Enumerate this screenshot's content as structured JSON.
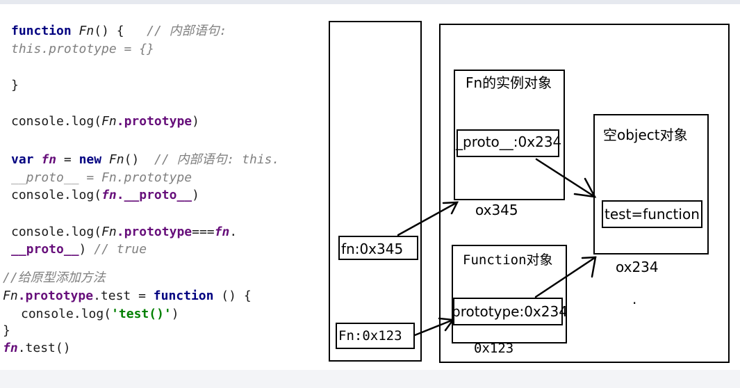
{
  "code": {
    "l1_kw": "function",
    "l1_name": "Fn",
    "l1_rest": "() {",
    "l1_cmt": "// 内部语句:",
    "l2_cmt": "this.prototype = {}",
    "l3": "}",
    "l4_a": "console.",
    "l4_b": "log(",
    "l4_c": "Fn",
    "l4_d": ".prototype",
    "l4_e": ")",
    "l5_kw": "var",
    "l5_var": "fn",
    "l5_eq": " = ",
    "l5_new": "new",
    "l5_name": "Fn",
    "l5_rest": "()",
    "l5_cmt": "// 内部语句: this.",
    "l6_cmt": "__proto__ = Fn.prototype",
    "l7_a": "console.",
    "l7_b": "log(",
    "l7_c": "fn",
    "l7_d": ".__proto__",
    "l7_e": ")",
    "l8_a": "console.",
    "l8_b": "log(",
    "l8_c": "Fn",
    "l8_d": ".prototype",
    "l8_e": "===",
    "l8_f": "fn",
    "l8_g": ".",
    "l9_a": "__proto__",
    "l9_b": ") ",
    "l9_cmt": "// true",
    "l10_cmt": "//给原型添加方法",
    "l11_a": "Fn",
    "l11_b": ".prototype",
    "l11_c": ".test = ",
    "l11_kw": "function",
    "l11_d": " () {",
    "l12_a": "console.",
    "l12_b": "log(",
    "l12_str": "'test()'",
    "l12_c": ")",
    "l13": "}",
    "l14_a": "fn",
    "l14_b": ".test()"
  },
  "diagram": {
    "instance_title": "Fn的实例对象",
    "instance_proto": "_proto__:0x234",
    "instance_addr": "ox345",
    "empty_obj_title": "空object对象",
    "empty_obj_test": "test=function",
    "empty_obj_addr": "ox234",
    "function_title": "Function对象",
    "function_proto": "prototype:0x234",
    "function_addr": "0x123",
    "stack_fn": "fn:0x345",
    "stack_Fn": "Fn:0x123",
    "dot": "."
  }
}
